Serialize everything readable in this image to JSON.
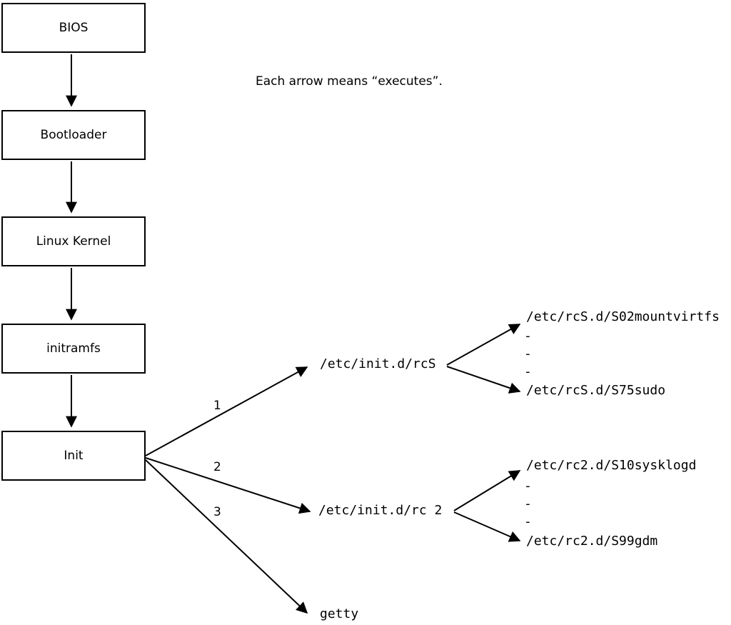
{
  "caption": "Each arrow means “executes”.",
  "colors": {
    "ink": "#000000",
    "background": "#ffffff"
  },
  "boot_chain": [
    {
      "label": "BIOS"
    },
    {
      "label": "Bootloader"
    },
    {
      "label": "Linux Kernel"
    },
    {
      "label": "initramfs"
    },
    {
      "label": "Init"
    }
  ],
  "init_branches": [
    {
      "number": "1",
      "target": "/etc/init.d/rcS",
      "children": {
        "first": "/etc/rcS.d/S02mountvirtfs",
        "ellipsis": [
          "-",
          "-",
          "-"
        ],
        "last": "/etc/rcS.d/S75sudo"
      }
    },
    {
      "number": "2",
      "target": "/etc/init.d/rc 2",
      "children": {
        "first": "/etc/rc2.d/S10sysklogd",
        "ellipsis": [
          "-",
          "-",
          "-"
        ],
        "last": "/etc/rc2.d/S99gdm"
      }
    },
    {
      "number": "3",
      "target": "getty"
    }
  ]
}
